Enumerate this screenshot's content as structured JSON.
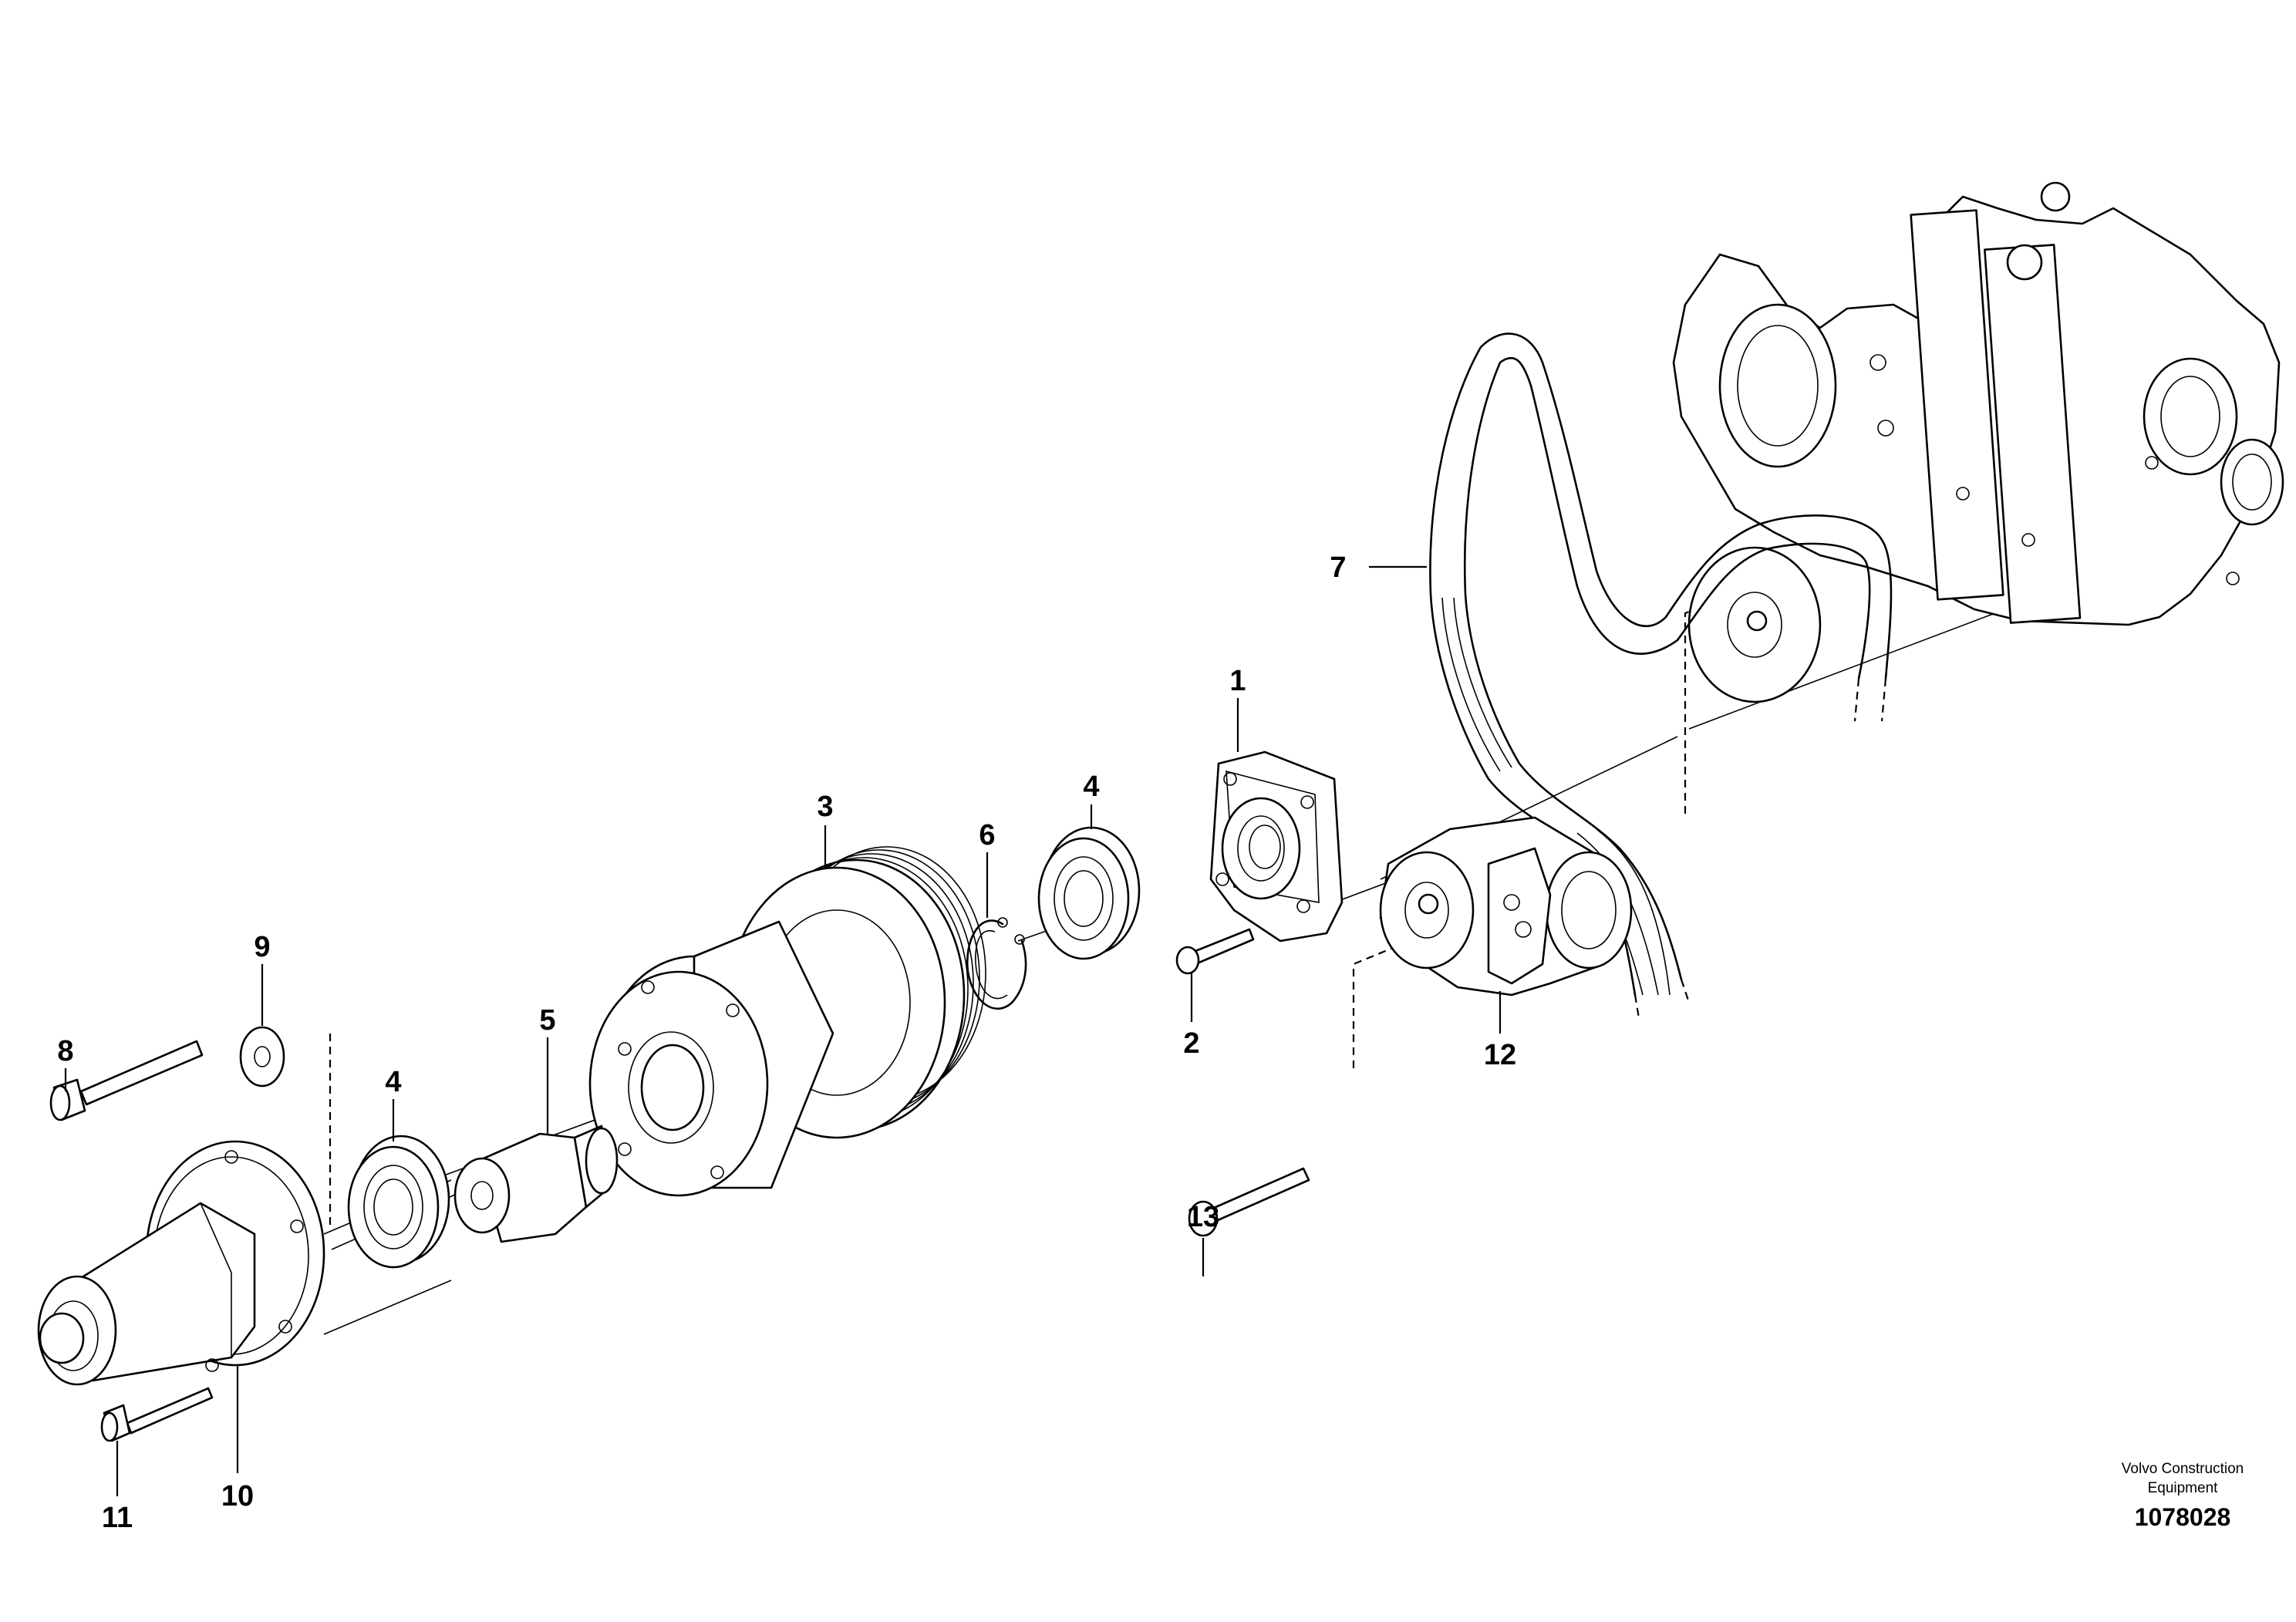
{
  "diagram": {
    "callouts": [
      {
        "id": "c1",
        "label": "1"
      },
      {
        "id": "c2",
        "label": "2"
      },
      {
        "id": "c3",
        "label": "3"
      },
      {
        "id": "c4a",
        "label": "4"
      },
      {
        "id": "c4b",
        "label": "4"
      },
      {
        "id": "c5",
        "label": "5"
      },
      {
        "id": "c6",
        "label": "6"
      },
      {
        "id": "c7",
        "label": "7"
      },
      {
        "id": "c8",
        "label": "8"
      },
      {
        "id": "c9",
        "label": "9"
      },
      {
        "id": "c10",
        "label": "10"
      },
      {
        "id": "c11",
        "label": "11"
      },
      {
        "id": "c12",
        "label": "12"
      },
      {
        "id": "c13",
        "label": "13"
      }
    ],
    "brand_line1": "Volvo Construction",
    "brand_line2": "Equipment",
    "document_number": "1078028"
  }
}
